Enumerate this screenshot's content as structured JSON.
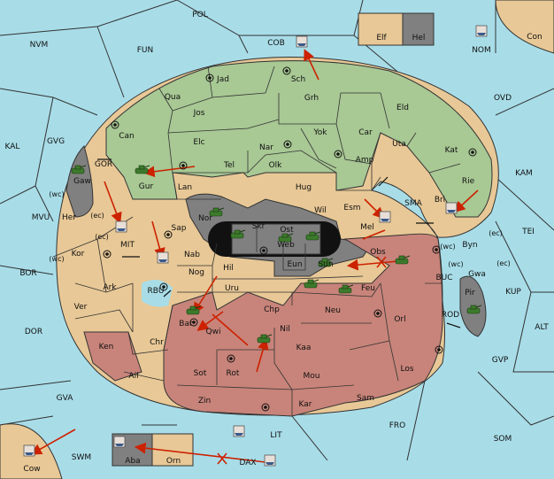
{
  "colors": {
    "sea": "#a8dde8",
    "neutral_land": "#e8c896",
    "green_power": "#a8c894",
    "red_power": "#c8847a",
    "grey_power": "#808080",
    "border": "#333333",
    "order_arrow": "#cc2200",
    "army_icon": "#3c7a2c",
    "fleet_icon": "#3a5a8a",
    "supply_center": "#111111"
  },
  "sea_labels": [
    "POL",
    "NVM",
    "FUN",
    "COB",
    "NOM",
    "Con",
    "OVD",
    "KAL",
    "GVG",
    "KAM",
    "TEI",
    "MVU",
    "BOR",
    "DOR",
    "KUP",
    "ALT",
    "GVP",
    "GVA",
    "SWM",
    "LIT",
    "FRO",
    "SOM",
    "MIT",
    "RBU",
    "SMA",
    "GOR",
    "BUC",
    "ROD",
    "DAX"
  ],
  "land_labels": [
    "Jad",
    "Sch",
    "Qua",
    "Jos",
    "Grh",
    "Eld",
    "Can",
    "Elc",
    "Nar",
    "Yok",
    "Car",
    "Uta",
    "Kat",
    "Tel",
    "Gur",
    "Olk",
    "Amp",
    "Lan",
    "Hug",
    "Bri",
    "Rie",
    "Gaw",
    "Her",
    "Nor",
    "Skr",
    "Ost",
    "Wil",
    "Esm",
    "Mel",
    "Byn",
    "Sap",
    "Web",
    "Kor",
    "Nab",
    "Sun",
    "Obs",
    "Gwa",
    "Hil",
    "Eun",
    "Nog",
    "Ark",
    "Uru",
    "Feu",
    "Pir",
    "Ver",
    "Chp",
    "Neu",
    "Bar",
    "Qwi",
    "Orl",
    "Nil",
    "Ken",
    "Chr",
    "Kaa",
    "Ail",
    "Rot",
    "Sot",
    "Mou",
    "Los",
    "Zin",
    "Kar",
    "Sam",
    "Elf",
    "Hel",
    "Aba",
    "Orn",
    "Cow"
  ],
  "coast_labels": [
    "(wc)",
    "(ec)",
    "(ec)",
    "(wc)",
    "(ec)",
    "(wc)",
    "(wc)",
    "(ec)"
  ]
}
